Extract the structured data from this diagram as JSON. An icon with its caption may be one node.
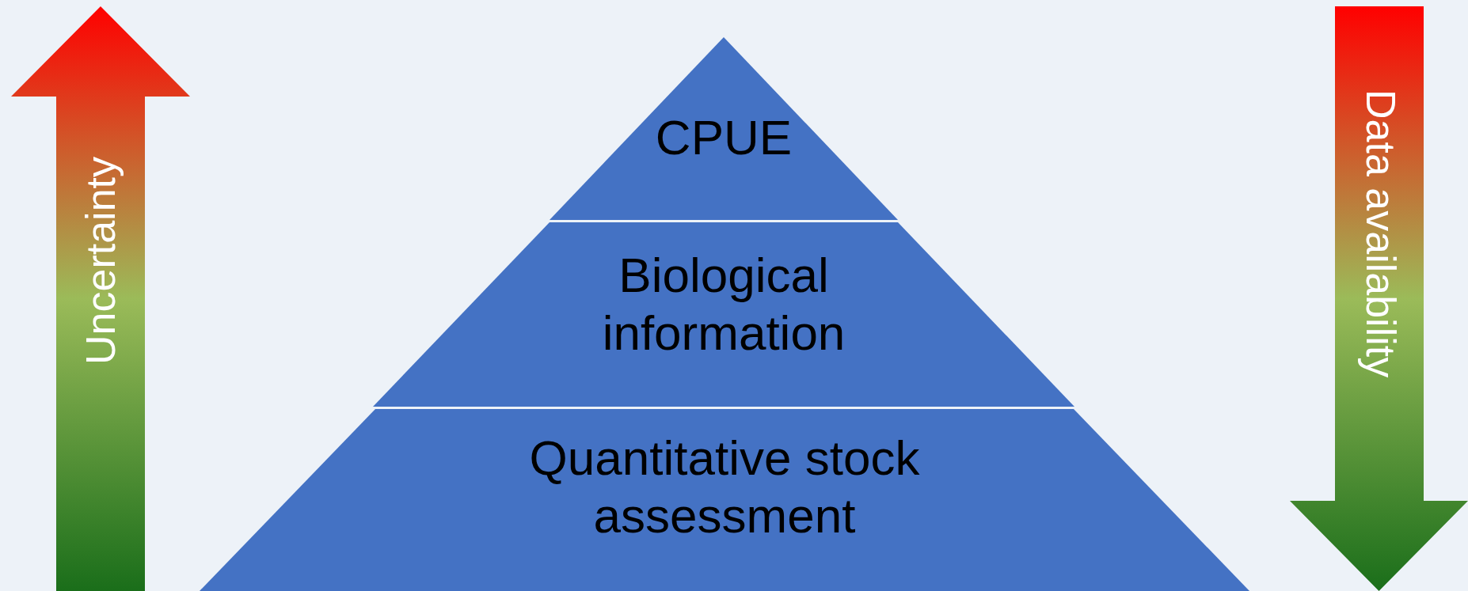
{
  "diagram": {
    "nodes": [
      {
        "text": [
          "Uncertainty"
        ]
      },
      {
        "text": [
          "CPUE"
        ]
      },
      {
        "text": [
          "Biological information"
        ]
      },
      {
        "text": [
          "Quantitative stock assessment"
        ]
      },
      {
        "text": [
          "Data availability"
        ]
      }
    ]
  }
}
